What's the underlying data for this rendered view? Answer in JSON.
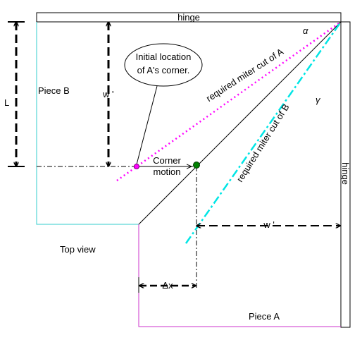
{
  "labels": {
    "hinge_top": "hinge",
    "hinge_right": "hinge",
    "alpha": "α",
    "gamma": "γ",
    "initial_location_line1": "Initial location",
    "initial_location_line2": "of A's corner.",
    "piece_b": "Piece B",
    "piece_a": "Piece A",
    "L": "L",
    "w_prime": "w '",
    "neg_w_prime": "-w '",
    "cut_a": "required miter cut of A",
    "cut_b": "required miter cut of B",
    "corner_line1": "Corner",
    "corner_line2": "motion",
    "top_view": "Top view",
    "delta_x": "Δx"
  },
  "colors": {
    "outline": "#000000",
    "piece_b_edge": "#33cccc",
    "piece_a_edge": "#cc33cc",
    "cut_a": "#ff00ff",
    "cut_b": "#00e5e5",
    "initial_corner": "#ff00ff",
    "moved_corner": "#008000"
  }
}
